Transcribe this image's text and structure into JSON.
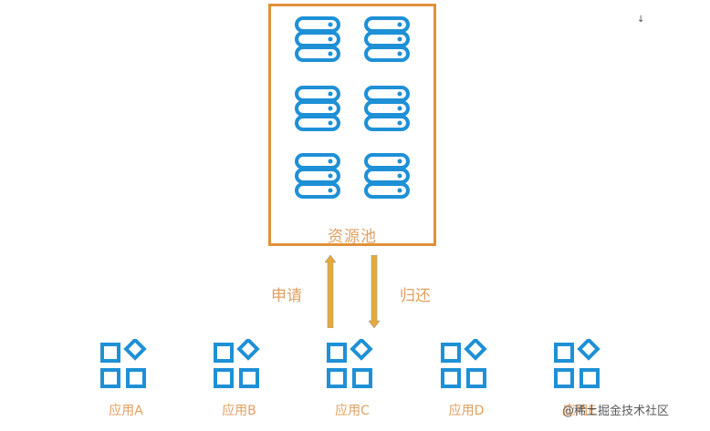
{
  "resource_pool": {
    "label": "资源池",
    "servers": 6,
    "border_color": "#E2913A",
    "icon_color": "#1E90D6"
  },
  "arrows": {
    "request_label": "申请",
    "return_label": "归还",
    "color": "#E8A838"
  },
  "applications": [
    {
      "label": "应用A"
    },
    {
      "label": "应用B"
    },
    {
      "label": "应用C"
    },
    {
      "label": "应用D"
    },
    {
      "label": "应用E"
    }
  ],
  "corner_mark": "↓",
  "watermark": "@稀土掘金技术社区"
}
